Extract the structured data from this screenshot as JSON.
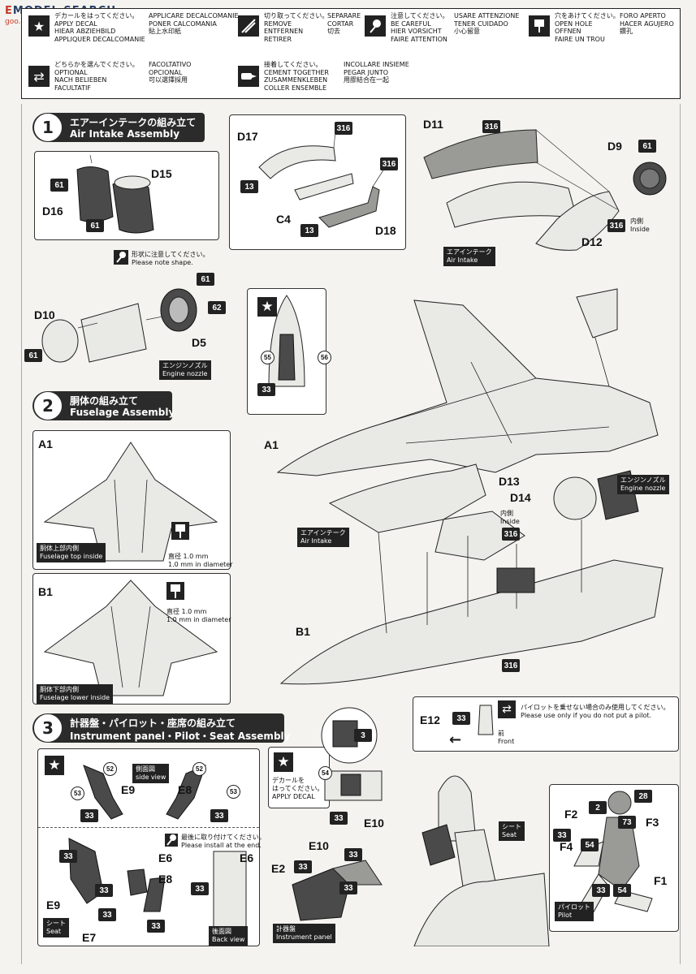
{
  "watermark": {
    "brand": "MODEL",
    "brand_prefix": "E",
    "search": "SEARCH",
    "site": "goo.gl.com.cn"
  },
  "legend": {
    "apply_decal": "デカールをはってください。\nAPPLY DECAL\nHIEAR ABZIEHBILD\nAPPLIQUER DECALCOMANIE",
    "apply_decal_2": "APPLICARE DECALCOMANIE\nPONER CALCOMANIA\n貼上水印紙",
    "remove": "切り取ってください。\nREMOVE\nENTFERNEN\nRETIRER",
    "remove_2": "SEPARARE\nCORTAR\n切去",
    "careful": "注意してください。\nBE CAREFUL\nHIER VORSICHT\nFAIRE ATTENTION",
    "careful_2": "USARE ATTENZIONE\nTENER CUIDADO\n小心留意",
    "hole": "穴をあけてください。\nOPEN HOLE\nOFFNEN\nFAIRE UN TROU",
    "hole_2": "FORO APERTO\nHACER AGUJERO\n鑽孔",
    "optional": "どちらかを選んでください。\nOPTIONAL\nNACH BELIEBEN\nFACULTATIF",
    "optional_2": "FACOLTATIVO\nOPCIONAL\n可以選擇採用",
    "cement": "接着してください。\nCEMENT TOGETHER\nZUSAMMENKLEBEN\nCOLLER ENSEMBLE",
    "cement_2": "INCOLLARE INSIEME\nPEGAR JUNTO\n用膠結合在一起"
  },
  "steps": [
    {
      "num": "1",
      "jp": "エアーインテークの組み立て",
      "en": "Air Intake Assembly"
    },
    {
      "num": "2",
      "jp": "胴体の組み立て",
      "en": "Fuselage Assembly"
    },
    {
      "num": "3",
      "jp": "計器盤・パイロット・座席の組み立て",
      "en": "Instrument panel・Pilot・Seat Assembly"
    }
  ],
  "labels": {
    "D15": "D15",
    "D16": "D16",
    "D17": "D17",
    "C4": "C4",
    "D18": "D18",
    "D11": "D11",
    "D9": "D9",
    "D12": "D12",
    "D10": "D10",
    "D5": "D5",
    "A1": "A1",
    "A1b": "A1",
    "B1": "B1",
    "B1b": "B1",
    "D13": "D13",
    "D14": "D14",
    "E12": "E12",
    "E9": "E9",
    "E8": "E8",
    "E6": "E6",
    "E6b": "E6",
    "E9b": "E9",
    "E8b": "E8",
    "E7": "E7",
    "E10": "E10",
    "E10b": "E10",
    "E2": "E2",
    "F2": "F2",
    "F3": "F3",
    "F4": "F4",
    "F1": "F1"
  },
  "captions": {
    "air_intake": "エアインテーク\nAir Intake",
    "engine_nozzle": "エンジンノズル\nEngine nozzle",
    "engine_nozzle_2": "エンジンノズル\nEngine nozzle",
    "air_intake_2": "エアインテーク\nAir Intake",
    "fuselage_top": "胴体上部内側\nFuselage top inside",
    "fuselage_lower": "胴体下部内側\nFuselage lower inside",
    "seat": "シート\nSeat",
    "seat_2": "シート\nSeat",
    "back_view": "後面図\nBack view",
    "instrument_panel": "計器盤\nInstrument panel",
    "pilot": "パイロット\nPilot",
    "side_view": "側面図\nside view"
  },
  "notes": {
    "note_shape": "形状に注意してください。\nPlease note shape.",
    "diameter_1": "直径 1.0 mm\n1.0 mm in diameter",
    "diameter_2": "直径 1.0 mm\n1.0 mm in diameter",
    "inside_1": "内側\nInside",
    "inside_2": "内側\nInside",
    "pilot_note": "パイロットを乗せない場合のみ使用してください。\nPlease use only if you do not put a pilot.",
    "front": "前\nFront",
    "install_end": "最後に取り付けてください。\nPlease install at the end.",
    "apply_decal_small": "デカールを\nはってください。\nAPPLY DECAL"
  },
  "paint_codes": {
    "p316a": "316",
    "p316b": "316",
    "p316c": "316",
    "p316d": "316",
    "p316e": "316",
    "p316f": "316",
    "p13a": "13",
    "p13b": "13",
    "p61a": "61",
    "p61b": "61",
    "p61c": "61",
    "p61d": "61",
    "p61e": "61",
    "p62": "62",
    "p33a": "33",
    "p33b": "33",
    "p33c": "33",
    "p33d": "33",
    "p33e": "33",
    "p33f": "33",
    "p33g": "33",
    "p33h": "33",
    "p33i": "33",
    "p33j": "33",
    "p33k": "33",
    "p33l": "33",
    "p33m": "33",
    "p33n": "33",
    "p33o": "33",
    "p2": "2",
    "p28": "28",
    "p73": "73",
    "p54a": "54",
    "p54b": "54",
    "p3": "3"
  },
  "decal_codes": {
    "d55": "55",
    "d56": "56",
    "d52a": "52",
    "d53a": "53",
    "d52b": "52",
    "d53b": "53",
    "d54": "54"
  },
  "icons": {
    "star": "★",
    "arrow_both": "⇄",
    "arrow_left": "←"
  }
}
